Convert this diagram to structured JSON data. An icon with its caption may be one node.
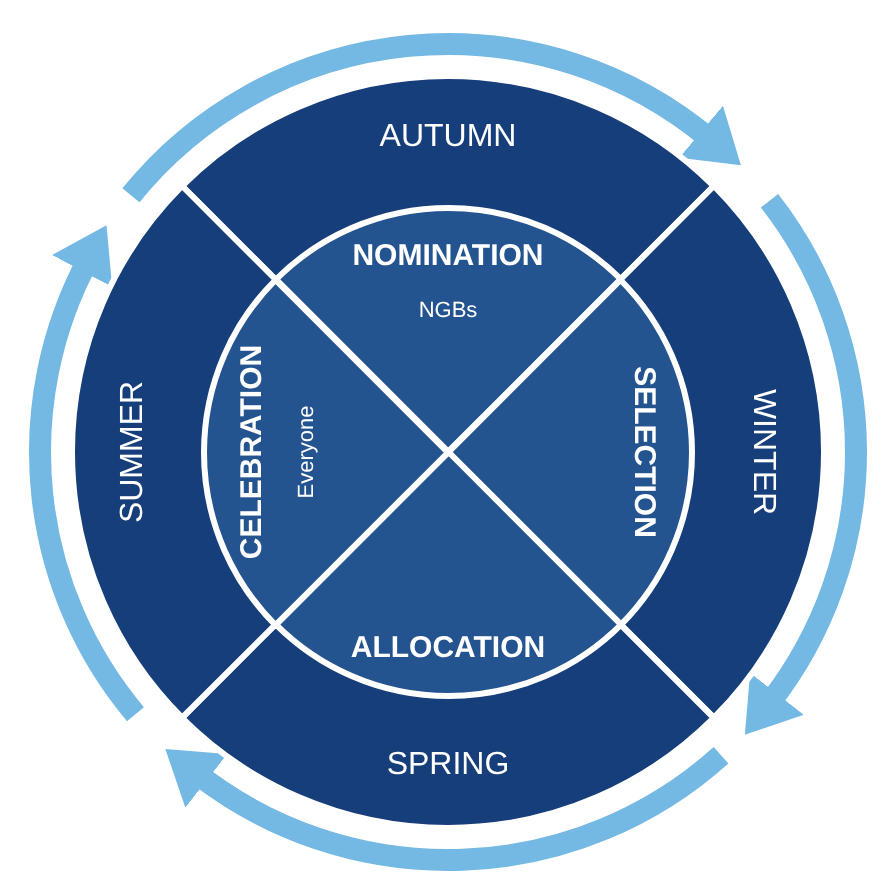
{
  "diagram": {
    "nodes": [
      {
        "text": [
          "AUTUMN"
        ]
      },
      {
        "text": [
          "NOMINATION",
          "NGBs"
        ],
        "in": 0
      },
      {
        "text": [
          "WINTER"
        ]
      },
      {
        "text": [
          "SELECTION"
        ],
        "in": 2
      },
      {
        "text": [
          "SPRING"
        ]
      },
      {
        "text": [
          "ALLOCATION"
        ],
        "in": 4
      },
      {
        "text": [
          "SUMMER"
        ]
      },
      {
        "text": [
          "CELEBRATION",
          "Everyone"
        ],
        "in": 6
      }
    ]
  }
}
